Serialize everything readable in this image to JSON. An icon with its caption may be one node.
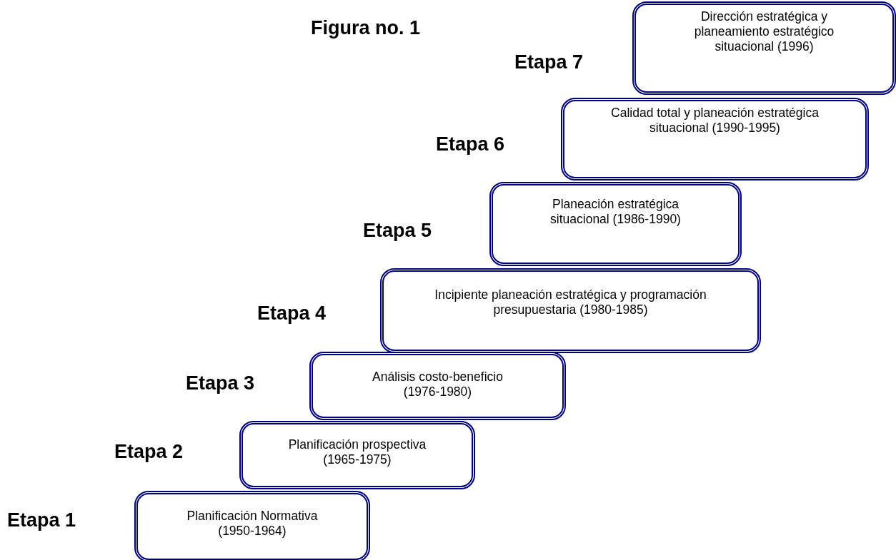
{
  "diagram": {
    "title": "Figura no. 1",
    "nodes": [
      {
        "text": [
          "Planificación Normativa (1950-1964)"
        ]
      },
      {
        "text": [
          "Planificación prospectiva (1965-1975)"
        ]
      },
      {
        "text": [
          "Análisis costo-beneficio (1976-1980)"
        ]
      },
      {
        "text": [
          "Incipiente planeación estratégica y programación presupuestaria (1980-1985)"
        ]
      },
      {
        "text": [
          "Planeación estratégica situacional (1986-1990)"
        ]
      },
      {
        "text": [
          "Calidad total y planeación estratégica situacional (1990-1995)"
        ]
      },
      {
        "text": [
          "Dirección estratégica y planeamiento estratégico situacional (1996)"
        ]
      }
    ],
    "labels": [
      "Etapa 7",
      "Etapa 6",
      "Etapa 5",
      "Etapa 4",
      "Etapa 3",
      "Etapa 2",
      "Etapa 1"
    ]
  }
}
